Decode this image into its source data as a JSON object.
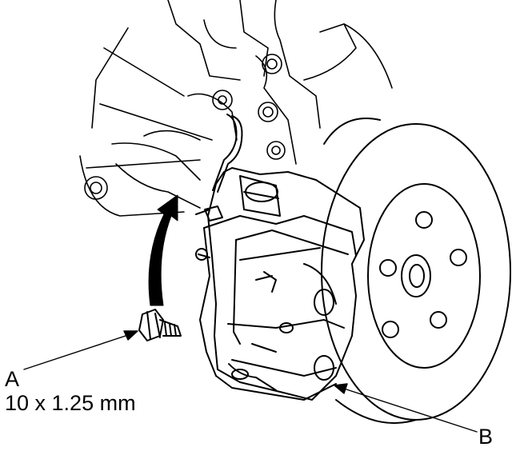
{
  "callouts": {
    "a": {
      "letter": "A",
      "spec": "10 x 1.25 mm"
    },
    "b": {
      "letter": "B"
    }
  },
  "colors": {
    "line": "#000000",
    "background": "#ffffff",
    "arrow_fill": "#000000"
  },
  "icons": {
    "rotation_arrow": "curved-arrow-up-icon"
  }
}
